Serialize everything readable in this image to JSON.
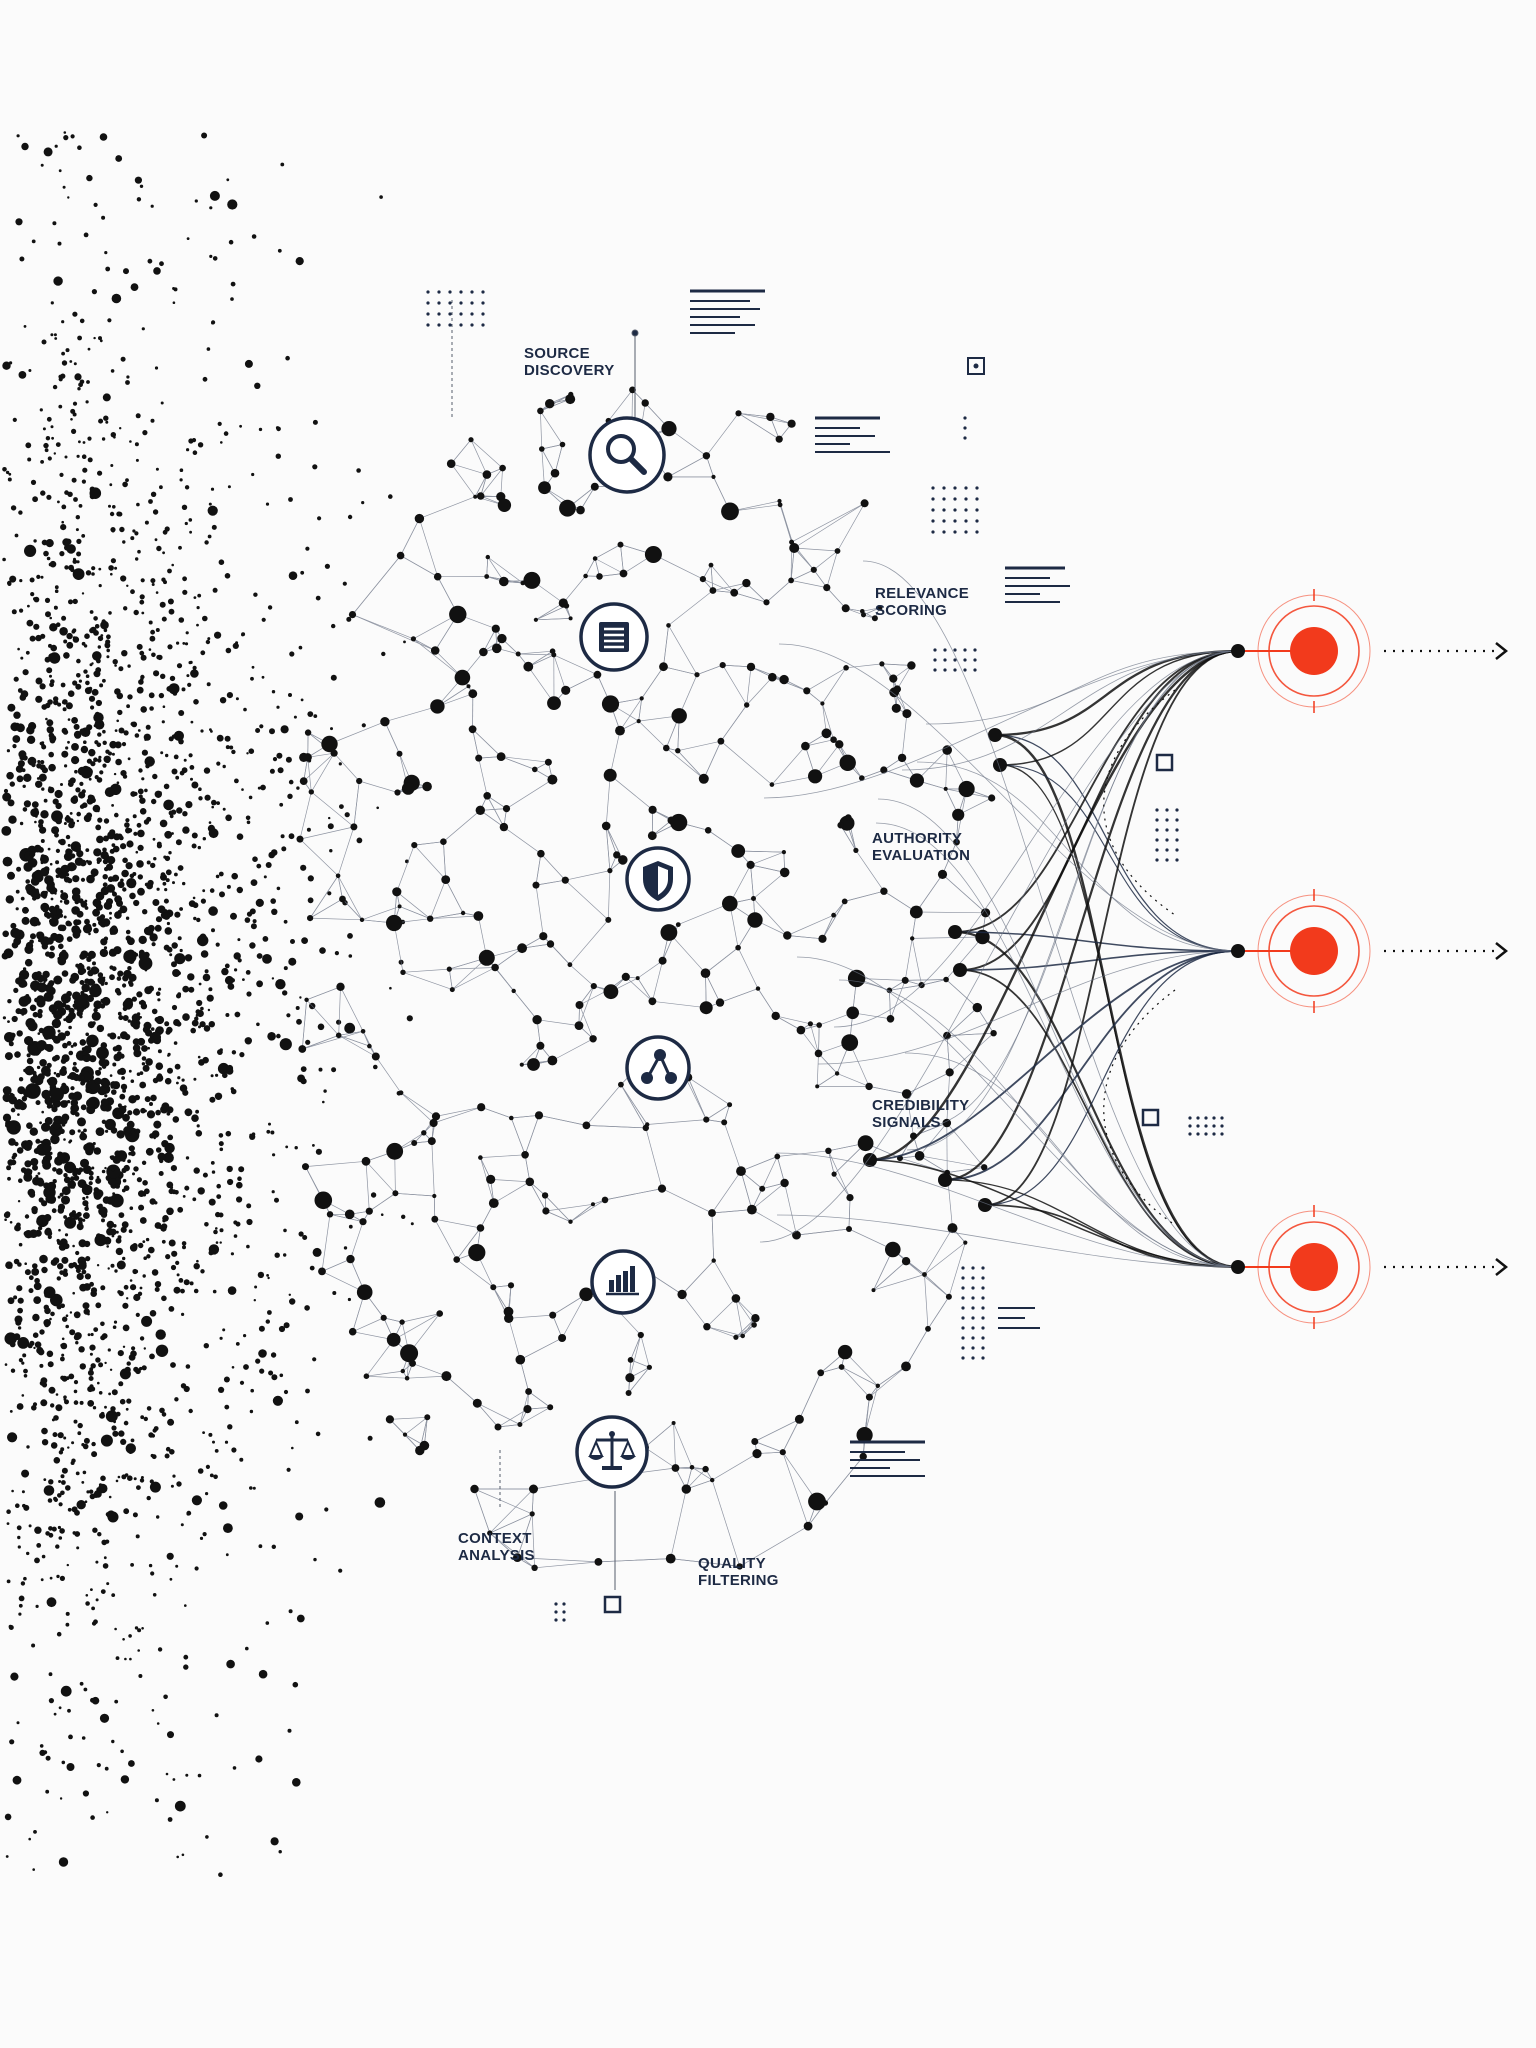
{
  "labels": {
    "source_discovery": [
      "SOURCE",
      "DISCOVERY"
    ],
    "relevance_scoring": [
      "RELEVANCE",
      "SCORING"
    ],
    "authority_evaluation": [
      "AUTHORITY",
      "EVALUATION"
    ],
    "credibility_signals": [
      "CREDIBILITY",
      "SIGNALS"
    ],
    "context_analysis": [
      "CONTEXT",
      "ANALYSIS"
    ],
    "quality_filtering": [
      "QUALITY",
      "FILTERING"
    ]
  },
  "icons": [
    "search-icon",
    "document-icon",
    "shield-icon",
    "share-nodes-icon",
    "bar-chart-icon",
    "balance-scale-icon"
  ],
  "outputs": [
    "output-target-1",
    "output-target-2",
    "output-target-3"
  ],
  "colors": {
    "ink": "#111111",
    "navy": "#1d2a44",
    "line": "#6b7385",
    "accent": "#f23a1c"
  }
}
